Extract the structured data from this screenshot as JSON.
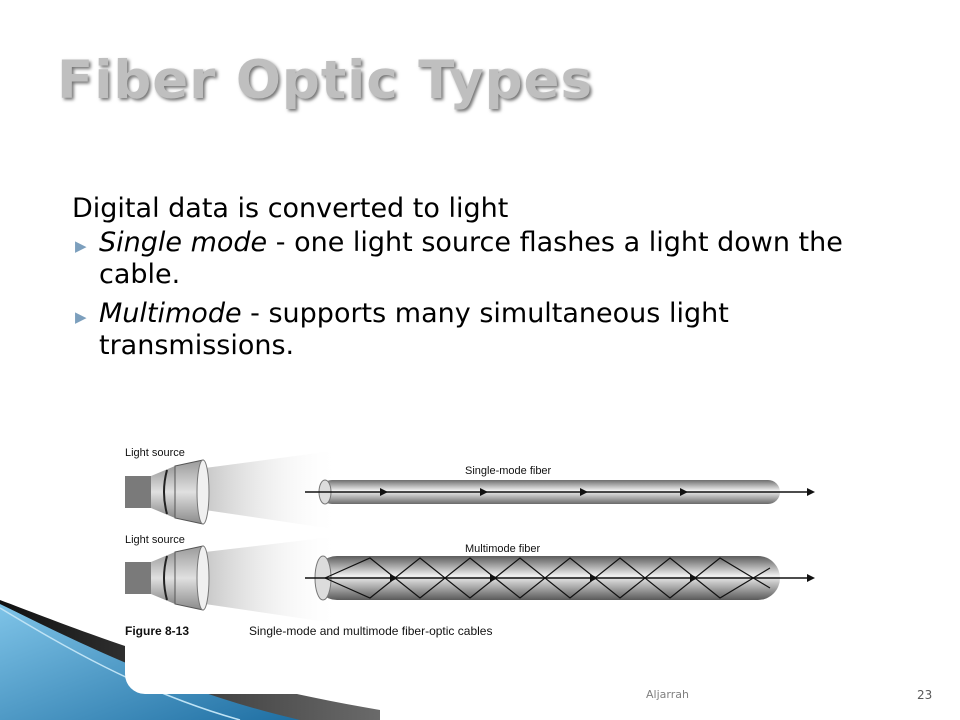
{
  "slide": {
    "title": "Fiber Optic Types",
    "intro": "Digital data is converted to light",
    "bullets": [
      {
        "term": "Single mode",
        "text": " - one light source flashes a light down the cable."
      },
      {
        "term": "Multimode",
        "text": " - supports many simultaneous light transmissions."
      }
    ],
    "footer_name": "Aljarrah",
    "page_number": "23"
  },
  "figure": {
    "top_source_label": "Light source",
    "top_fiber_label": "Single-mode fiber",
    "bottom_source_label": "Light source",
    "bottom_fiber_label": "Multimode fiber",
    "caption_number": "Figure 8-13",
    "caption_text": "Single-mode and multimode fiber-optic cables"
  },
  "colors": {
    "title": "#bfbfbf",
    "bullet_marker": "#7c9fbd",
    "wave_blue": "#2e8fc7",
    "wave_dark": "#3a3a3a"
  }
}
